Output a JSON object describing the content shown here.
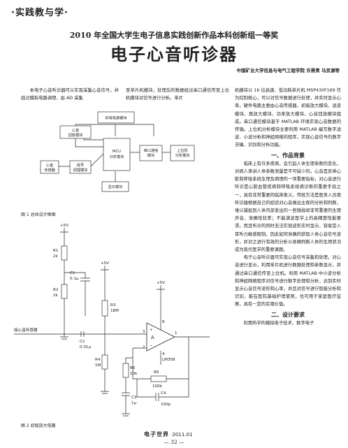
{
  "header": {
    "section": "·实践教与学·",
    "subtitle": "2010 年全国大学生电子信息实践创新作品本科创新组一等奖",
    "title": "电子心音听诊器",
    "authors": "中国矿业大学信息与电气工程学院   许燕青  马京源等"
  },
  "intro": {
    "col1_text": "本电子心音听诊器可以实现采集心音信号，并经过模拟电路调理，由 AD 采集",
    "col2_text": "至单片机模块，处理后的数据经过串口通信传至上位机模块对信号进行分析。单片"
  },
  "figure1": {
    "caption": "图 1 总体设计框图",
    "blocks": {
      "power": "供电电源模块",
      "loop": [
        "心音",
        "回放模块"
      ],
      "mcu": [
        "MCU",
        "分析模块"
      ],
      "serial": [
        "串口通信",
        "模块"
      ],
      "pc": [
        "上位机",
        "分析模块"
      ],
      "sensor": [
        "心音",
        "传感器"
      ],
      "cond": [
        "信号",
        "调理模块"
      ],
      "display": "显示模块"
    }
  },
  "figure2": {
    "caption": "图 2 初级放大电路",
    "labels": {
      "vcc1": "+5V",
      "vcc2": "+5V",
      "vcc3": "+5V",
      "r1": "R1",
      "r1v": "2k",
      "r2": "R2",
      "r2v": "2k",
      "c1": "C1",
      "c1v": "0.1μ",
      "r3": "R3",
      "r3v": "18M",
      "c2": "C2",
      "c2v": "0.01μ",
      "r4": "R4",
      "r4v": "1M",
      "r5": "R5",
      "r5v": "10k",
      "r6": "R6",
      "r6v": "100k",
      "c3": "C3",
      "c3v": "1μ",
      "c4": "C4",
      "c4v": "100p",
      "amp": "A",
      "chip": "LM358",
      "pin3": "3",
      "pin2": "2",
      "pin1": "1",
      "pin4": "4",
      "pin8": "8",
      "sensor": "接心音传感器"
    }
  },
  "right_column": {
    "p1": "机模块以 16 位高速、低功耗单片机 MSP430F169 作为控制核心，可以对信号数据进行处理，并实时显示心率。硬件电路主要由心音传感器、初级放大模块、滤波模块、再放大模块、功率放大模块、心音回放模块组成。串口通信模块基于 MATLAB 环境实现心音数据的传输。上位机分析模块主要利用 MATLAB 编写数字滤波、小波分析和神经网络的程序，实现心音信号的数字去噪、识别和分析功能。",
    "h1": "一、作品背景",
    "p2": "临床上有许多疾病，会引起人体生理参数的变化，对病人来讲人体参数测量是不可缺少的。心音是反映心脏和呼吸系统生理及病理的一项重要指标，对心音进行听诊是心脏血管疾病和呼吸系统病诊断的重要手段之一，具有非常重要的临床意义。传统方法是医务人员用听诊器根据自己的经验对心音做出主观的分析和判断，难以捕捉到人体内部发出的一些微弱却非常重要的生理声音，准确性较差；不能满足医学上的高精度性能要求。而且听诊的同时无法实现波形实时显示，容易受人耳听力敏感限制。因此如何准确的获取人体心音信号波形，并对之进行有效的分析以准确判断人体的生理状况成为现代医学的重要课题。",
    "p3": "电子心音听诊器可实现心音信号采集和处理，对心音进行显示，利用单片机进行数据处理和参数显示，并通过串口通信传至上位机。利用 MATLAB 中小波分析和神经网络程序对信号进行数字处理和分析，达到实时显示心音信号波形和心率，并且对信号进行智能分析和识别，能在医院基础护理使用，也可用于家庭医疗监察，具有一定的实用价值。",
    "h2": "二、设计要求",
    "p4": "利用所学的模拟电子技术、数字电子"
  },
  "footer": {
    "magazine": "电子世界",
    "issue": "·2011.01",
    "page": "— 32 —"
  }
}
